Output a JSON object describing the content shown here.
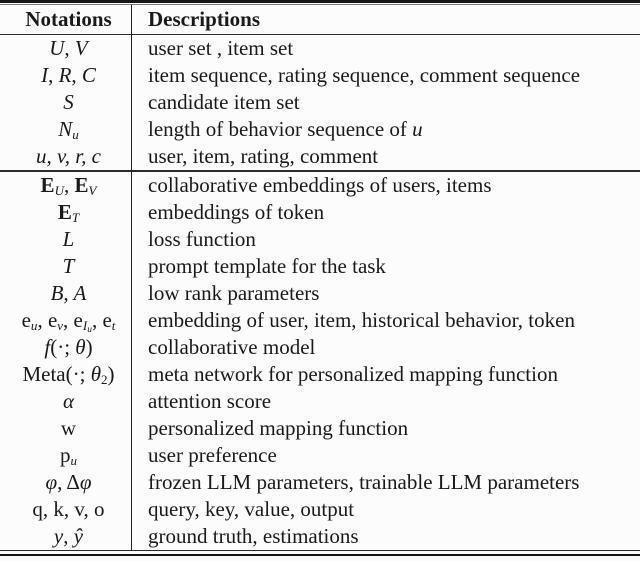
{
  "table": {
    "headers": {
      "notation": "Notations",
      "description": "Descriptions"
    },
    "colors": {
      "text": "#1a1a1a",
      "rule": "#161616",
      "background": "#fcfcfc"
    },
    "sections": [
      {
        "rows": [
          {
            "notation": [
              {
                "t": "U",
                "k": "cal"
              },
              {
                "t": ", "
              },
              {
                "t": "V",
                "k": "cal"
              }
            ],
            "description": [
              {
                "t": "user set , item set"
              }
            ]
          },
          {
            "notation": [
              {
                "t": "I",
                "k": "cal"
              },
              {
                "t": ", "
              },
              {
                "t": "R",
                "k": "cal"
              },
              {
                "t": ", "
              },
              {
                "t": "C",
                "k": "cal"
              }
            ],
            "description": [
              {
                "t": "item sequence, rating sequence, comment sequence"
              }
            ]
          },
          {
            "notation": [
              {
                "t": "S",
                "k": "cal"
              }
            ],
            "description": [
              {
                "t": "candidate item set"
              }
            ]
          },
          {
            "notation": [
              {
                "t": "N",
                "k": "cal"
              },
              {
                "t": "u",
                "k": "it",
                "s": 1
              }
            ],
            "description": [
              {
                "t": "length of behavior sequence of "
              },
              {
                "t": "u",
                "k": "it"
              }
            ]
          },
          {
            "notation": [
              {
                "t": "u, v, r, c",
                "k": "it"
              }
            ],
            "description": [
              {
                "t": "user, item, rating, comment"
              }
            ]
          }
        ]
      },
      {
        "rows": [
          {
            "notation": [
              {
                "t": "E",
                "k": "bf"
              },
              {
                "t": "U",
                "k": "cal",
                "s": 1
              },
              {
                "t": ", "
              },
              {
                "t": "E",
                "k": "bf"
              },
              {
                "t": "V",
                "k": "cal",
                "s": 1
              }
            ],
            "description": [
              {
                "t": "collaborative embeddings of users, items"
              }
            ]
          },
          {
            "notation": [
              {
                "t": "E",
                "k": "bf"
              },
              {
                "t": "T",
                "k": "cal",
                "s": 1
              }
            ],
            "description": [
              {
                "t": "embeddings of token"
              }
            ]
          },
          {
            "notation": [
              {
                "t": "L",
                "k": "cal"
              }
            ],
            "description": [
              {
                "t": "loss function"
              }
            ]
          },
          {
            "notation": [
              {
                "t": "T",
                "k": "cal"
              }
            ],
            "description": [
              {
                "t": "prompt template for the task"
              }
            ]
          },
          {
            "notation": [
              {
                "t": "B, A",
                "k": "it"
              }
            ],
            "description": [
              {
                "t": "low rank parameters"
              }
            ]
          },
          {
            "notation": [
              {
                "t": "e"
              },
              {
                "t": "u",
                "k": "it",
                "s": 1
              },
              {
                "t": ", e"
              },
              {
                "t": "v",
                "k": "it",
                "s": 1
              },
              {
                "t": ", e"
              },
              {
                "t": "I",
                "k": "it",
                "s": 1
              },
              {
                "t": "u",
                "k": "it",
                "s": 2
              },
              {
                "t": ", e"
              },
              {
                "t": "t",
                "k": "it",
                "s": 1
              }
            ],
            "description": [
              {
                "t": "embedding of user, item, historical behavior, token"
              }
            ]
          },
          {
            "notation": [
              {
                "t": "f",
                "k": "it"
              },
              {
                "t": "(·; "
              },
              {
                "t": "θ",
                "k": "it"
              },
              {
                "t": ")"
              }
            ],
            "description": [
              {
                "t": "collaborative model"
              }
            ]
          },
          {
            "notation": [
              {
                "t": "Meta(·; "
              },
              {
                "t": "θ",
                "k": "it"
              },
              {
                "t": "2",
                "s": 1
              },
              {
                "t": ")"
              }
            ],
            "description": [
              {
                "t": "meta network for personalized mapping function"
              }
            ]
          },
          {
            "notation": [
              {
                "t": "α",
                "k": "it"
              }
            ],
            "description": [
              {
                "t": "attention score"
              }
            ]
          },
          {
            "notation": [
              {
                "t": "w"
              }
            ],
            "description": [
              {
                "t": "personalized mapping function"
              }
            ]
          },
          {
            "notation": [
              {
                "t": "p"
              },
              {
                "t": "u",
                "k": "it",
                "s": 1
              }
            ],
            "description": [
              {
                "t": "user preference"
              }
            ]
          },
          {
            "notation": [
              {
                "t": "φ",
                "k": "it"
              },
              {
                "t": ", Δ"
              },
              {
                "t": "φ",
                "k": "it"
              }
            ],
            "description": [
              {
                "t": "frozen LLM parameters, trainable LLM parameters"
              }
            ]
          },
          {
            "notation": [
              {
                "t": "q, k, v, o"
              }
            ],
            "description": [
              {
                "t": "query, key, value, output"
              }
            ]
          },
          {
            "notation": [
              {
                "t": "y",
                "k": "it"
              },
              {
                "t": ", "
              },
              {
                "t": "ŷ",
                "k": "it"
              }
            ],
            "description": [
              {
                "t": "ground truth, estimations"
              }
            ]
          }
        ]
      }
    ]
  }
}
